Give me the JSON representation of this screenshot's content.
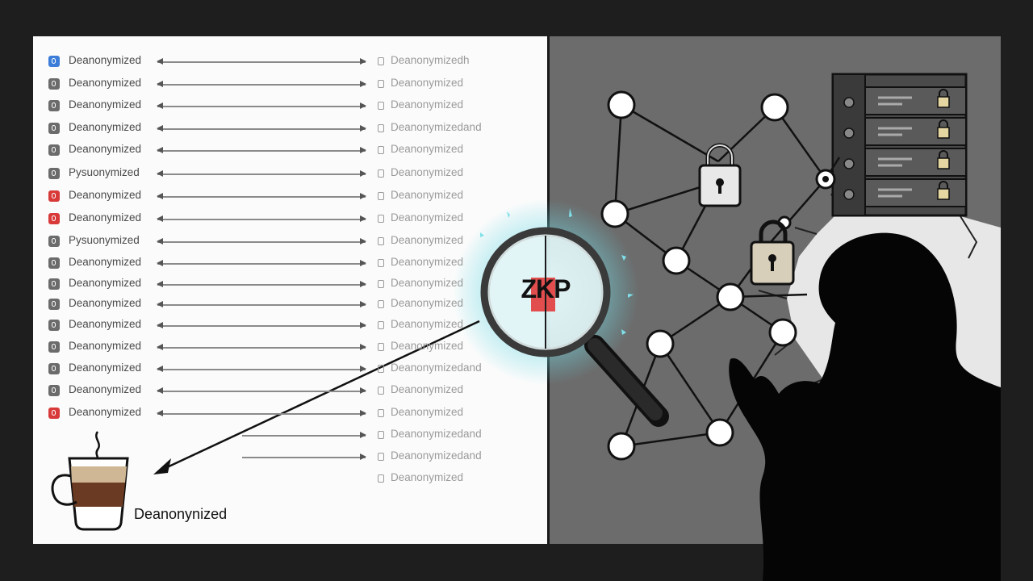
{
  "rows": [
    {
      "left": "Deanonymized",
      "right": "Deanonymizedh",
      "icon": "blue"
    },
    {
      "left": "Deanonymized",
      "right": "Deanonymized",
      "icon": "gray"
    },
    {
      "left": "Deanonymized",
      "right": "Deanonymized",
      "icon": "gray"
    },
    {
      "left": "Deanonymized",
      "right": "Deanonymizedand",
      "icon": "gray"
    },
    {
      "left": "Deanonymized",
      "right": "Deanonymized",
      "icon": "gray"
    },
    {
      "left": "Pysuonymized",
      "right": "Deanonymized",
      "icon": "gray"
    },
    {
      "left": "Deanonymized",
      "right": "Deanonymized",
      "icon": "red"
    },
    {
      "left": "Deanonymized",
      "right": "Deanonymized",
      "icon": "red"
    },
    {
      "left": "Pysuonymized",
      "right": "Deanonymized",
      "icon": "gray"
    },
    {
      "left": "Deanonymized",
      "right": "Deanonymized",
      "icon": "gray"
    },
    {
      "left": "Deanonymized",
      "right": "Deanonymized",
      "icon": "gray"
    },
    {
      "left": "Deanonymized",
      "right": "Deanonymized",
      "icon": "gray"
    },
    {
      "left": "Deanonymized",
      "right": "Deanonymized",
      "icon": "gray"
    },
    {
      "left": "Deanonymized",
      "right": "Deanonymized",
      "icon": "gray"
    },
    {
      "left": "Deanonymized",
      "right": "Deanonymizedand",
      "icon": "gray"
    },
    {
      "left": "Deanonymized",
      "right": "Deanonymized",
      "icon": "gray"
    },
    {
      "left": "Deanonymized",
      "right": "Deanonymized",
      "icon": "red"
    },
    {
      "left": "",
      "right": "Deanonymizedand",
      "icon": "partial"
    },
    {
      "left": "",
      "right": "Deanonymizedand",
      "icon": "partial"
    },
    {
      "left": "",
      "right": "Deanonymized",
      "icon": "plain"
    }
  ],
  "coffee": {
    "label": "Deanonynized"
  },
  "lens": {
    "text": "ZKP"
  },
  "colors": {
    "lens_glow": "#5fd4e0",
    "zkp_highlight": "#e23b3b",
    "right_bg": "#6c6c6c",
    "left_bg": "#fbfbfb"
  },
  "icons": [
    "coffee-cup-icon",
    "magnifying-glass-icon",
    "padlock-icon",
    "server-rack-icon",
    "hooded-figure-icon",
    "network-graph-icon"
  ]
}
